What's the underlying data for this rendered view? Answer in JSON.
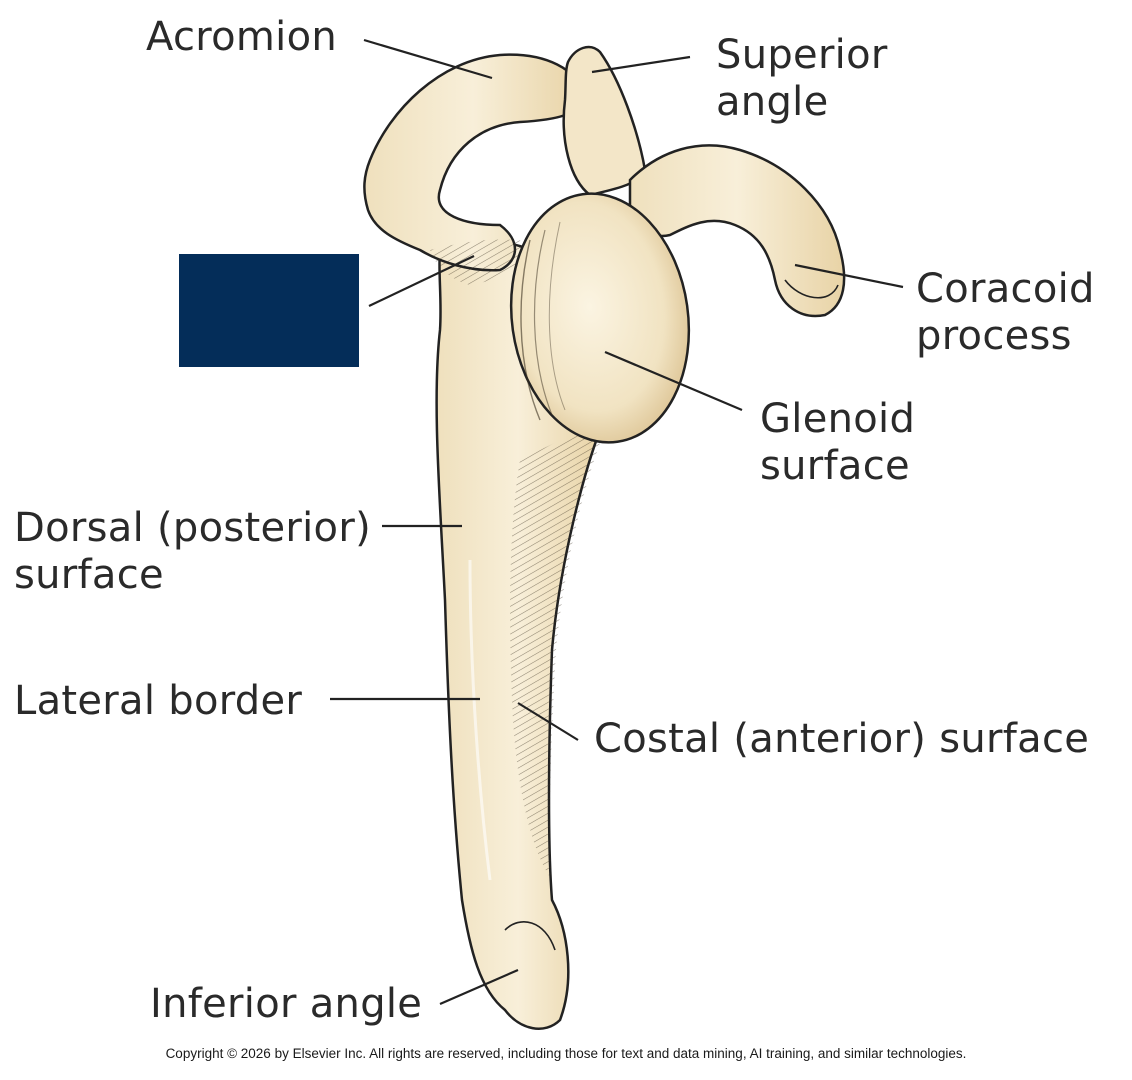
{
  "labels": {
    "acromion": "Acromion",
    "superior_angle": [
      "Superior",
      "angle"
    ],
    "coracoid_process": [
      "Coracoid",
      "process"
    ],
    "glenoid_surface": [
      "Glenoid",
      "surface"
    ],
    "dorsal_surface": [
      "Dorsal (posterior)",
      "surface"
    ],
    "lateral_border": "Lateral border",
    "costal_surface": "Costal (anterior) surface",
    "inferior_angle": "Inferior angle"
  },
  "copyright": "Copyright © 2026 by Elsevier Inc. All rights are reserved, including those for text and data mining, AI training, and similar technologies.",
  "colors": {
    "bone_fill": "#f4e8cc",
    "bone_shade": "#d9c49a",
    "outline": "#222222",
    "leader": "#222222",
    "mask": "#042d59",
    "label_text": "#2a2a2a"
  }
}
